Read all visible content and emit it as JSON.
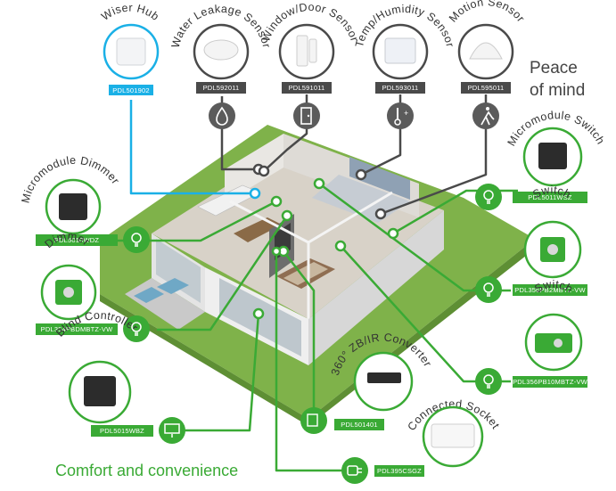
{
  "headings": {
    "peace": "Peace\nof mind",
    "comfort": "Comfort and convenience"
  },
  "colors": {
    "green": "#3aaa35",
    "hub_blue": "#1ab0e6",
    "dark_label": "#4a4a4a",
    "bubble_dark": "#5b5b5b"
  },
  "devices": {
    "hub": {
      "name": "Wiser Hub",
      "code": "PDL501902",
      "icon": "hub-puck"
    },
    "leak": {
      "name": "Water Leakage Sensor",
      "code": "PDL592011",
      "icon": "water-drop-icon"
    },
    "door": {
      "name": "Window/Door Sensor",
      "code": "PDL591011",
      "icon": "door-icon"
    },
    "temp": {
      "name": "Temp/Humidity Sensor",
      "code": "PDL593011",
      "icon": "thermometer-icon"
    },
    "motion": {
      "name": "Motion Sensor",
      "code": "PDL595011",
      "icon": "motion-person-icon"
    },
    "mmswitch": {
      "name": "Micromodule Switch",
      "code": "PDL5011WSZ",
      "icon": "bulb-icon"
    },
    "switch1": {
      "name": "Switch",
      "code": "PDL356PB2MBTZ-VW",
      "icon": "bulb-icon"
    },
    "switch2": {
      "name": "Switch",
      "code": "PDL356PB10MBTZ-VW",
      "icon": "bulb-icon"
    },
    "mmdimmer": {
      "name": "Micromodule Dimmer",
      "code": "PDL5010WDZ",
      "icon": "bulb-icon"
    },
    "dimmer": {
      "name": "Dimmer",
      "code": "PDL354PBDMBTZ-VW",
      "icon": "bulb-icon"
    },
    "blind": {
      "name": "Blind Controller",
      "code": "PDL5015WBZ",
      "icon": "blind-icon"
    },
    "zbir": {
      "name": "360° ZB/IR Converter",
      "code": "PDL501401",
      "icon": "remote-hand-icon"
    },
    "socket": {
      "name": "Connected Socket",
      "code": "PDL395CSGZ",
      "icon": "plug-icon"
    }
  }
}
